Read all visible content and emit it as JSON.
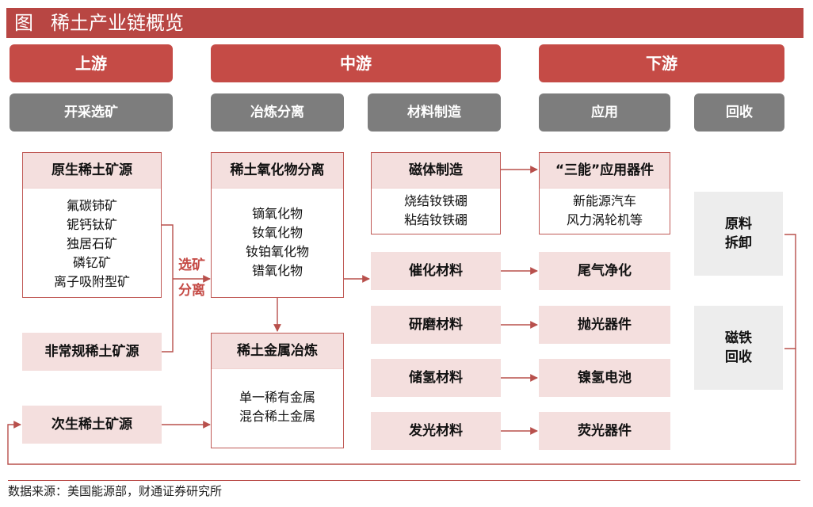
{
  "title": {
    "prefix": "图",
    "text": "稀土产业链概览"
  },
  "stages": {
    "upstream": "上游",
    "midstream": "中游",
    "downstream": "下游"
  },
  "categories": {
    "mining": "开采选矿",
    "smelting": "冶炼分离",
    "materials": "材料制造",
    "application": "应用",
    "recycling": "回收"
  },
  "upstream": {
    "primary_source": {
      "title": "原生稀土矿源",
      "items": [
        "氟碳铈矿",
        "铌钙钛矿",
        "独居石矿",
        "磷钇矿",
        "离子吸附型矿"
      ]
    },
    "unconventional_source": "非常规稀土矿源",
    "secondary_source": "次生稀土矿源",
    "process_label_1": "选矿",
    "process_label_2": "分离"
  },
  "midstream": {
    "oxide_separation": {
      "title": "稀土氧化物分离",
      "items": [
        "镝氧化物",
        "钕氧化物",
        "钕铂氧化物",
        "镨氧化物"
      ]
    },
    "metal_smelting": {
      "title": "稀土金属冶炼",
      "items": [
        "单一稀有金属",
        "混合稀土金属"
      ]
    },
    "magnet_manufacturing": {
      "title": "磁体制造",
      "items": [
        "烧结钕铁硼",
        "粘结钕铁硼"
      ]
    },
    "materials": [
      "催化材料",
      "研磨材料",
      "储氢材料",
      "发光材料"
    ]
  },
  "downstream": {
    "three_energy": {
      "title": "“三能”应用器件",
      "items": [
        "新能源汽车",
        "风力涡轮机等"
      ]
    },
    "applications": [
      "尾气净化",
      "抛光器件",
      "镍氢电池",
      "荧光器件"
    ]
  },
  "recycling": {
    "raw_material_disassembly": "原料拆卸",
    "magnet_recycling": "磁铁回收"
  },
  "source_note": "数据来源：美国能源部，财通证券研究所",
  "colors": {
    "title_bg": "#b84643",
    "stage_bg": "#c54b46",
    "category_bg": "#7d7d7d",
    "pink_fill": "#f4dfde",
    "grey_fill": "#ededed",
    "arrow": "#b8504c"
  }
}
